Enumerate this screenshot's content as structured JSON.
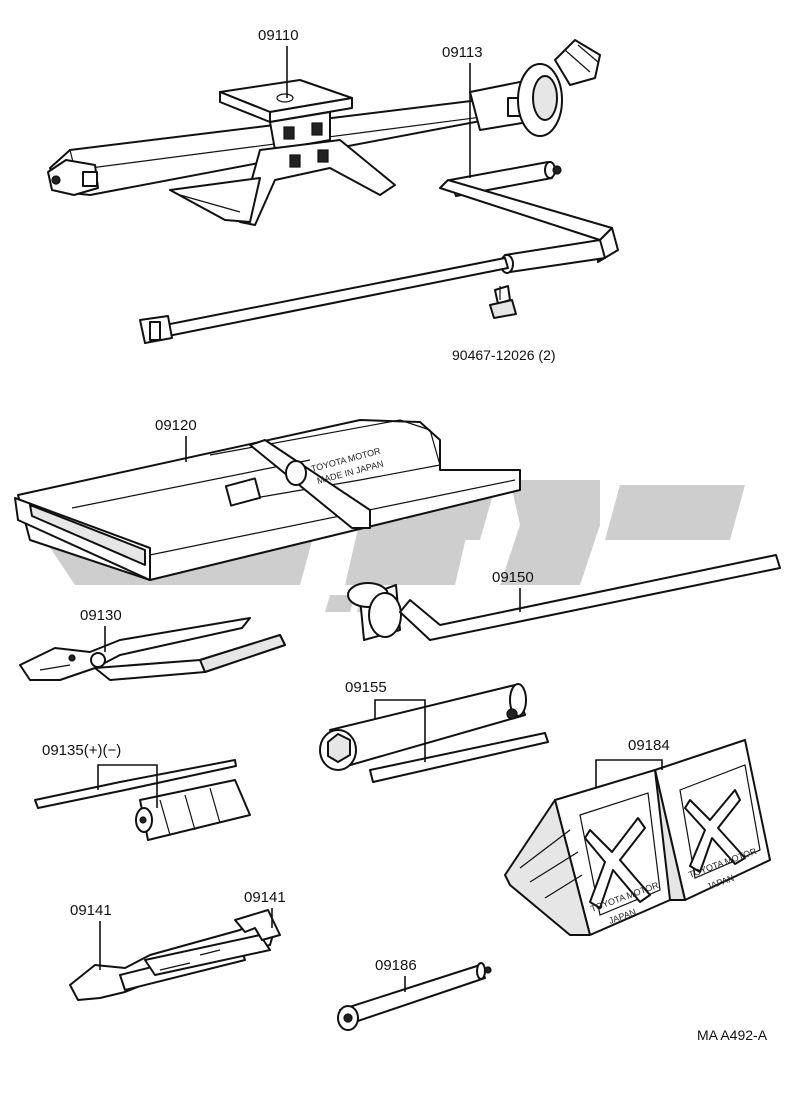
{
  "labels": {
    "jack": "09110",
    "jack_handle": "09113",
    "clip": "90467-12026 (2)",
    "tool_bag": "09120",
    "wrench_bar": "09150",
    "pliers": "09130",
    "plug_wrench": "09155",
    "screwdriver": "09135(+)(−)",
    "wheel_chock": "09184",
    "wrench_left": "09141",
    "wrench_right": "09141",
    "extension": "09186",
    "figure_code": "MA A492-A"
  },
  "embossed": {
    "bag_brand": "TOYOTA MOTOR",
    "bag_sub": "MADE IN JAPAN",
    "chock_brand": "TOYOTA MOTOR",
    "chock_origin": "JAPAN"
  },
  "watermark_color": "#c4c4c4"
}
